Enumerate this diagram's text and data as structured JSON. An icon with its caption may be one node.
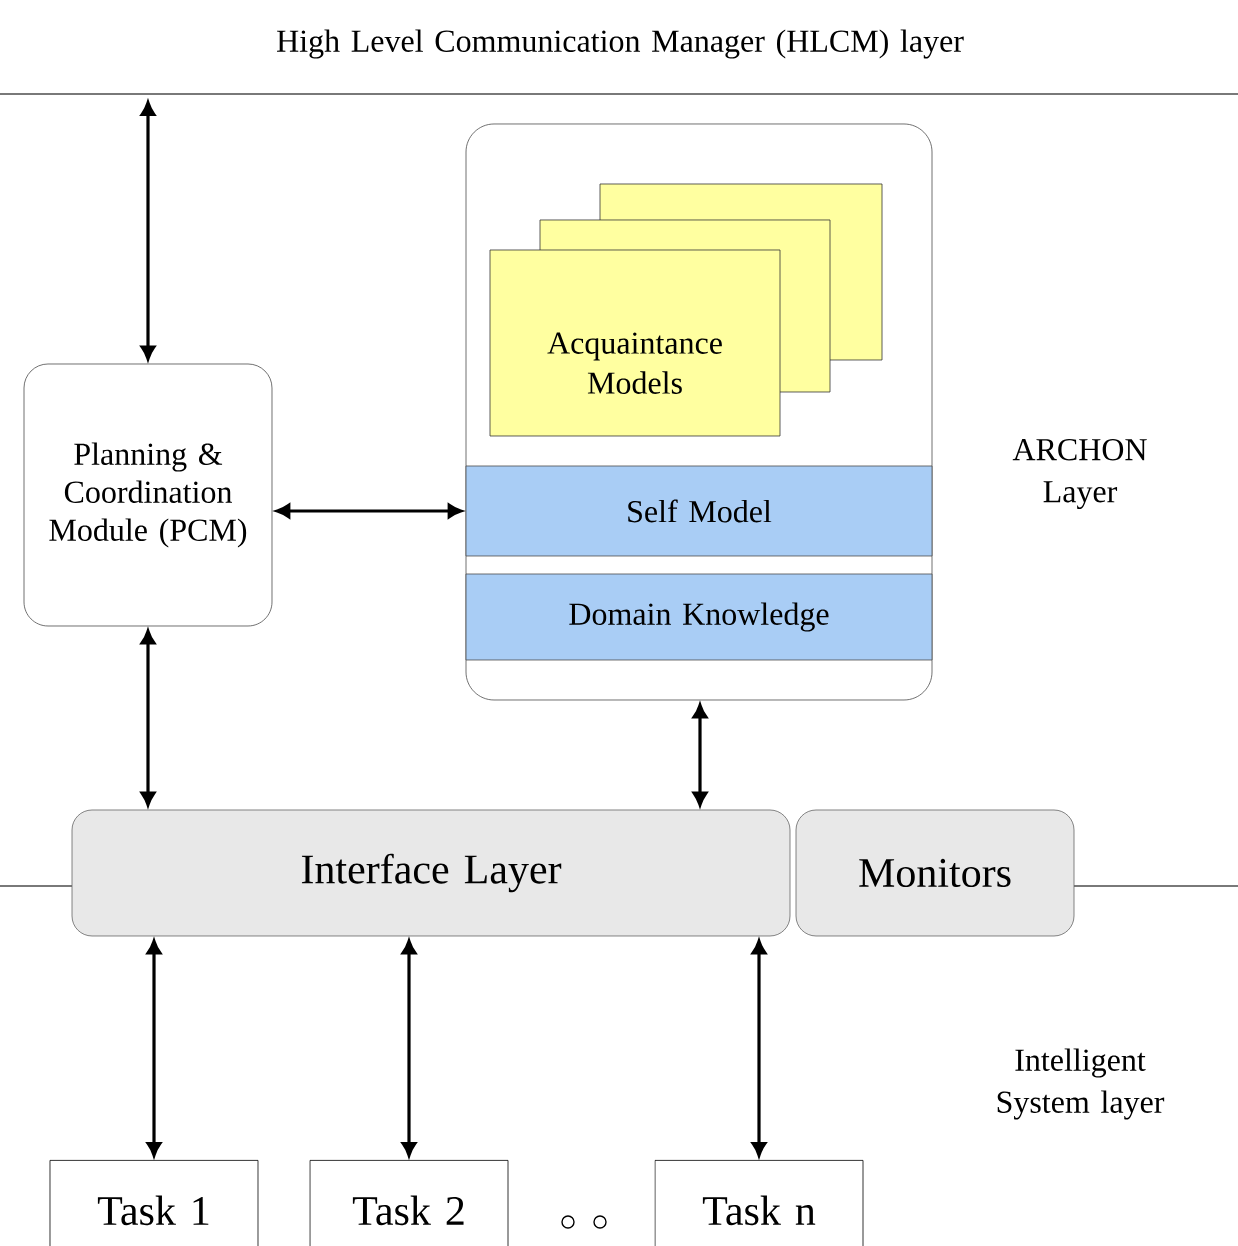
{
  "diagram": {
    "nodes": [
      {
        "text": [
          "Planning & Coordination Module (PCM)"
        ]
      },
      {
        "text": [],
        "shape": "box"
      },
      {
        "text": [
          "Acquaintance Models"
        ],
        "in": 1
      },
      {
        "text": [
          "Self Model"
        ],
        "in": 1
      },
      {
        "text": [
          "Domain Knowledge"
        ],
        "in": 1
      },
      {
        "text": [
          "Interface Layer"
        ]
      },
      {
        "text": [
          "Monitors"
        ]
      },
      {
        "text": [
          "Task 1"
        ]
      },
      {
        "text": [
          "Task 2"
        ]
      },
      {
        "text": [
          "Task n"
        ]
      }
    ],
    "edges": [
      {
        "from": null,
        "to": 0,
        "arrow": "both"
      },
      {
        "from": 0,
        "to": 3,
        "arrow": "both"
      },
      {
        "from": 0,
        "to": 5,
        "arrow": "both"
      },
      {
        "from": 1,
        "to": 5,
        "arrow": "both"
      },
      {
        "from": 5,
        "to": 7,
        "arrow": "both"
      },
      {
        "from": 5,
        "to": 8,
        "arrow": "both"
      },
      {
        "from": 5,
        "to": 9,
        "arrow": "both"
      }
    ],
    "labels": [
      "High Level Communication Manager (HLCM) layer",
      "ARCHON Layer",
      "Intelligent System layer"
    ]
  }
}
